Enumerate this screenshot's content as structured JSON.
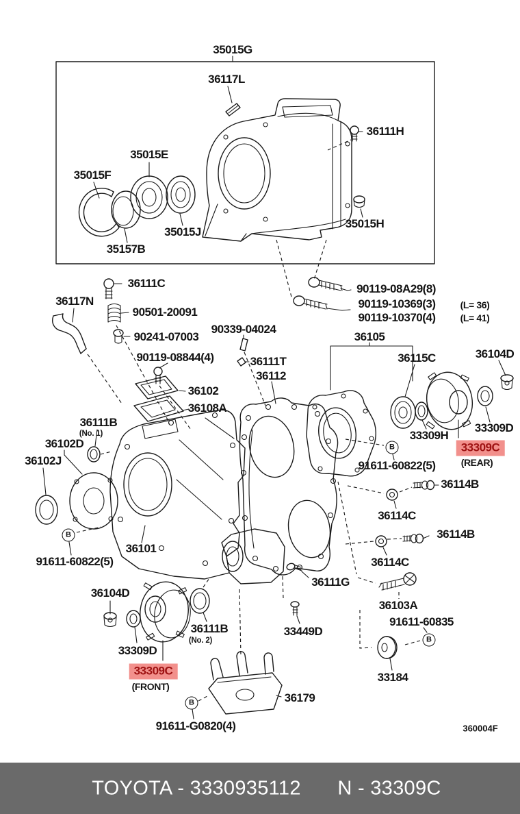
{
  "colors": {
    "highlight_bg": "#f2908c",
    "highlight_fg": "#9e1212",
    "footer_bg": "#6a6a6a",
    "line": "#1a1a1a"
  },
  "circled_marker": "B",
  "diagram_ref": "360004F",
  "footer": {
    "brand_part": "TOYOTA - 3330935112",
    "catalog_part": "N - 33309C"
  },
  "labels": {
    "l35015G": "35015G",
    "l36117L": "36117L",
    "l36111H": "36111H",
    "l35015E": "35015E",
    "l35015F": "35015F",
    "l35015J": "35015J",
    "l35157B": "35157B",
    "l35015H": "35015H",
    "l36111C": "36111C",
    "l36117N": "36117N",
    "l90501_20091": "90501-20091",
    "l90241_07003": "90241-07003",
    "l90339_04024": "90339-04024",
    "l90119_08844": "90119-08844(4)",
    "l90119_08A29": "90119-08A29(8)",
    "l90119_10369": "90119-10369(3)",
    "lL36": "(L= 36)",
    "l90119_10370": "90119-10370(4)",
    "lL41": "(L= 41)",
    "l36111T": "36111T",
    "l36112": "36112",
    "l36102": "36102",
    "l36108A": "36108A",
    "l36105": "36105",
    "l36115C": "36115C",
    "l36104D_rear": "36104D",
    "l33309H": "33309H",
    "l33309D_rear": "33309D",
    "l33309C_rear": "33309C",
    "lREAR": "(REAR)",
    "l91611_60822_rear": "91611-60822(5)",
    "l36114B_a": "36114B",
    "l36114C_a": "36114C",
    "l36114B_b": "36114B",
    "l36114C_b": "36114C",
    "l36103A": "36103A",
    "l91611_60835": "91611-60835",
    "l33184": "33184",
    "l36111B_1": "36111B",
    "lNo1": "(No. 1)",
    "l36102D": "36102D",
    "l36102J": "36102J",
    "l36101": "36101",
    "l91611_60822_front": "91611-60822(5)",
    "l36104D_front": "36104D",
    "l33309D_front": "33309D",
    "l33309C_front": "33309C",
    "lFRONT": "(FRONT)",
    "l36111B_2": "36111B",
    "lNo2": "(No. 2)",
    "l33449D": "33449D",
    "l36111G": "36111G",
    "l36179": "36179",
    "l91611_G0820": "91611-G0820(4)"
  }
}
